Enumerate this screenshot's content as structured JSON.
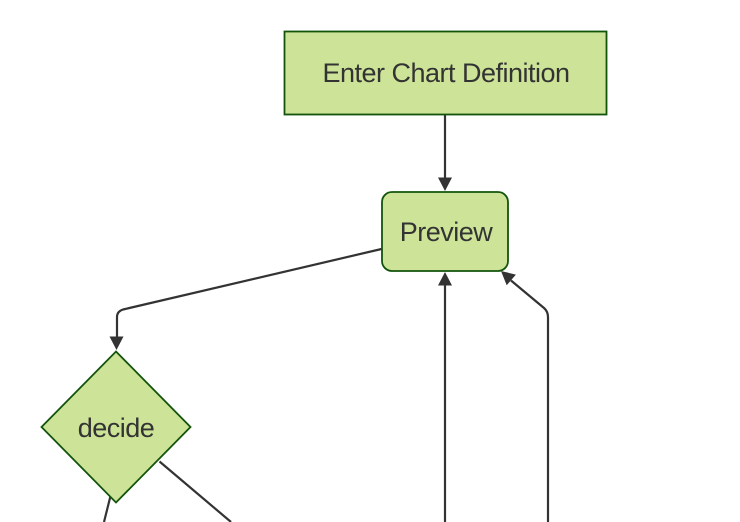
{
  "diagram": {
    "kind": "flowchart",
    "direction": "top-down",
    "nodes": [
      {
        "id": "A",
        "label": "Enter Chart Definition",
        "shape": "rectangle"
      },
      {
        "id": "B",
        "label": "Preview",
        "shape": "rounded-rectangle"
      },
      {
        "id": "C",
        "label": "decide",
        "shape": "diamond"
      }
    ],
    "edges": [
      {
        "from": "Enter Chart Definition",
        "to": "Preview",
        "arrowhead": true
      },
      {
        "from": "Preview",
        "to": "decide",
        "arrowhead": true
      },
      {
        "from": "decide",
        "to": "below frame (left branch)",
        "arrowhead": false
      },
      {
        "from": "decide",
        "to": "below frame (right branch)",
        "arrowhead": false
      },
      {
        "from": "below frame (center return)",
        "to": "Preview",
        "arrowhead": true
      },
      {
        "from": "below frame (right return)",
        "to": "Preview",
        "arrowhead": true
      }
    ]
  },
  "colors": {
    "background": "#ffffff",
    "node_fill": "#cde498",
    "node_border": "#13540c",
    "edge_stroke": "#333333",
    "text_color": "#333333"
  }
}
